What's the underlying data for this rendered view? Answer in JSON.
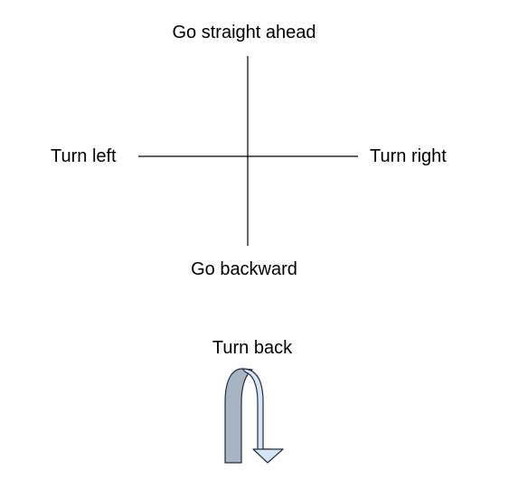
{
  "labels": {
    "forward": "Go straight ahead",
    "left": "Turn left",
    "right": "Turn right",
    "backward": "Go backward",
    "turn_back": "Turn back"
  },
  "icons": {
    "u_turn": "u-turn-arrow-icon"
  },
  "colors": {
    "line": "#000000",
    "arrow_dark": "#a7b4c3",
    "arrow_light": "#d6e6f6",
    "arrow_stroke": "#1f2f3f"
  }
}
